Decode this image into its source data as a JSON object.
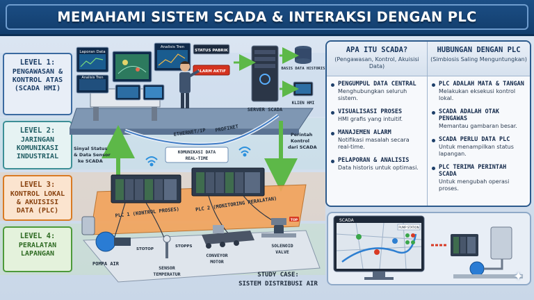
{
  "title": "MEMAHAMI SISTEM SCADA & INTERAKSI DENGAN PLC",
  "levels": [
    {
      "num": "LEVEL 1:",
      "name": "PENGAWASAN & KONTROL ATAS (SCADA HMI)",
      "color": "#3a6aa0"
    },
    {
      "num": "LEVEL 2:",
      "name": "JARINGAN KOMUNIKASI INDUSTRIAL",
      "color": "#3d8f96"
    },
    {
      "num": "LEVEL 3:",
      "name": "KONTROL LOKAL & AKUISISI DATA (PLC)",
      "color": "#d97a22"
    },
    {
      "num": "LEVEL 4:",
      "name": "PERALATAN LAPANGAN",
      "color": "#4d9a3a"
    }
  ],
  "diagram": {
    "screens": [
      "Laporan Data",
      "Analisis Tren",
      "Analisis Tren",
      "STATUS PABRIK",
      "ALARM AKTIF"
    ],
    "basis_data": "BASIS DATA HISTORIS",
    "server": "SERVER SCADA",
    "klien": "KLIEN HMI",
    "ethernet": "ETHERNET/IP",
    "profinet": "PROFINET",
    "perintah": "Perintah Kontrol dari SCADA",
    "sinyal": "Sinyal Status & Data Sensor ke SCADA",
    "komunikasi": "KOMUNIKASI DATA REAL-TIME",
    "plc1": "PLC 1 (KONTROL PROSES)",
    "plc2": "PLC 2 (MONITORING PERALATAN)",
    "pompa": "POMPA AIR",
    "sensor": "SENSOR TEMPERATUR",
    "conveyor": "CONVEYOR MOTOR",
    "valve": "SOLENOID VALVE",
    "tag_stop1": "STOTOP",
    "tag_stop2": "STOPPS",
    "tag_top": "TOP",
    "study_case": "STUDY CASE:",
    "study_case_sub": "SISTEM DISTRIBUSI AIR"
  },
  "panel": {
    "left": {
      "title": "APA ITU SCADA?",
      "subtitle": "(Pengawasan, Kontrol, Akuisisi Data)",
      "items": [
        {
          "title": "PENGUMPUL DATA CENTRAL",
          "desc": "Menghubungkan seluruh sistem."
        },
        {
          "title": "VISUALISASI PROSES",
          "desc": "HMI grafis yang intuitif."
        },
        {
          "title": "MANAJEMEN ALARM",
          "desc": "Notifikasi masalah secara real-time."
        },
        {
          "title": "PELAPORAN & ANALISIS",
          "desc": "Data historis untuk optimasi."
        }
      ]
    },
    "right": {
      "title": "HUBUNGAN DENGAN PLC",
      "subtitle": "(Simbiosis Saling Menguntungkan)",
      "items": [
        {
          "title": "PLC ADALAH MATA & TANGAN",
          "desc": "Melakukan eksekusi kontrol lokal."
        },
        {
          "title": "SCADA ADALAH OTAK PENGAWAS",
          "desc": "Memantau gambaran besar."
        },
        {
          "title": "SCADA PERLU DATA PLC",
          "desc": "Untuk menampilkan status lapangan."
        },
        {
          "title": "PLC TERIMA PERINTAH SCADA",
          "desc": "Untuk mengubah operasi proses."
        }
      ]
    }
  },
  "case": {
    "screen_title": "SCADA",
    "pump_station": "PUMP STATION"
  },
  "colors": {
    "banner": "#1c4f86",
    "level1": "#3a6aa0",
    "level2": "#3d8f96",
    "level3": "#d97a22",
    "level4": "#4d9a3a",
    "arrow_up": "#5db848",
    "arrow_down": "#2e7fd1"
  }
}
